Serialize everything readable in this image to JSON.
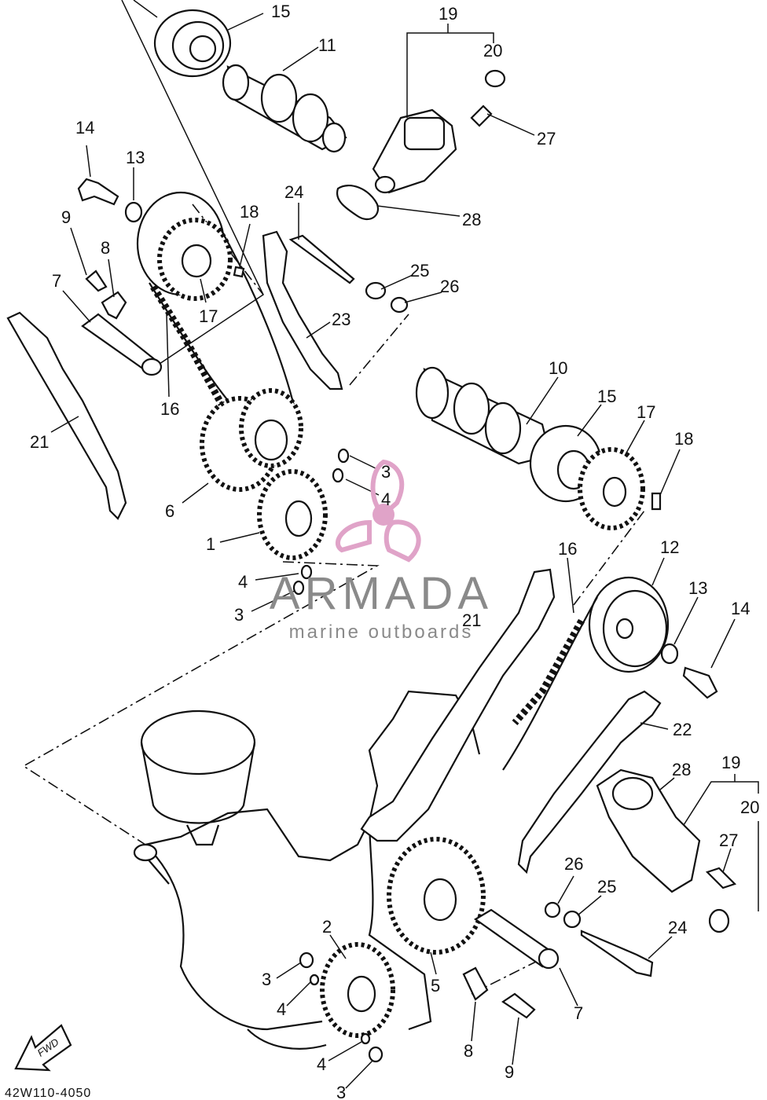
{
  "diagram_code": "42W110-4050",
  "watermark": {
    "name": "ARMADA",
    "subtitle": "marine outboards",
    "logo_color": "#e0a3c8"
  },
  "fwd_label": "FWD",
  "callouts": {
    "c15a": "15",
    "c11": "11",
    "c19a": "19",
    "c20a": "20",
    "c27a": "27",
    "c28a": "28",
    "c14a": "14",
    "c13a": "13",
    "c24a": "24",
    "c18a": "18",
    "c9a": "9",
    "c8a": "8",
    "c25a": "25",
    "c26a": "26",
    "c7a": "7",
    "c17a": "17",
    "c23": "23",
    "c16a": "16",
    "c10": "10",
    "c15b": "15",
    "c17b": "17",
    "c18b": "18",
    "c21a": "21",
    "c6": "6",
    "c3a": "3",
    "c4a": "4",
    "c1": "1",
    "c4b": "4",
    "c3b": "3",
    "c16b": "16",
    "c12": "12",
    "c13b": "13",
    "c14b": "14",
    "c21b": "21",
    "c22": "22",
    "c28b": "28",
    "c19b": "19",
    "c20b": "20",
    "c27b": "27",
    "c26b": "26",
    "c25b": "25",
    "c24b": "24",
    "c2": "2",
    "c3c": "3",
    "c4c": "4",
    "c5": "5",
    "c7b": "7",
    "c8b": "8",
    "c9b": "9",
    "c4d": "4",
    "c3d": "3"
  }
}
